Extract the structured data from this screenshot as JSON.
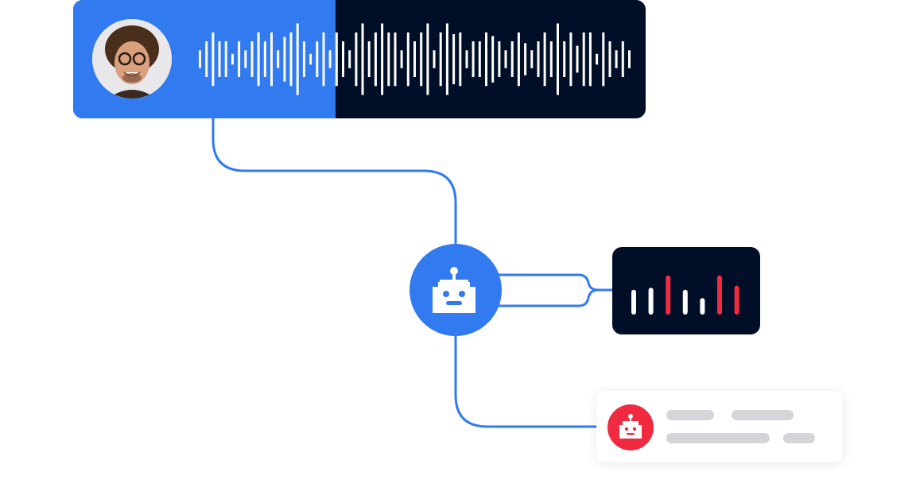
{
  "colors": {
    "accent_blue": "#317af0",
    "dark_navy": "#000f27",
    "alert_red": "#f02a41",
    "placeholder_gray": "#d3d5d9"
  },
  "icons": {
    "speaker": "avatar-photo",
    "agent": "robot-icon",
    "notification": "robot-icon"
  },
  "voice_waveform_levels": [
    1,
    2,
    3,
    2,
    2,
    0.6,
    2,
    1,
    2,
    3,
    2,
    3,
    1,
    2.5,
    3,
    4,
    2,
    0.6,
    2,
    3,
    1,
    3,
    2,
    1,
    3,
    4,
    2,
    3,
    4,
    3,
    3,
    1,
    3,
    2,
    3,
    4,
    1,
    3,
    4,
    2.8,
    3,
    1,
    2,
    2,
    3,
    2.6,
    2,
    1,
    2,
    3,
    1.8,
    1,
    2,
    3,
    2,
    4,
    2,
    3,
    1.5,
    3,
    3,
    0.6,
    3,
    2,
    1,
    2,
    1
  ],
  "voice_progress": 0.33,
  "analysis_bars": [
    {
      "level": 0.6,
      "flag": false
    },
    {
      "level": 0.65,
      "flag": false
    },
    {
      "level": 0.95,
      "flag": true
    },
    {
      "level": 0.6,
      "flag": false
    },
    {
      "level": 0.4,
      "flag": false
    },
    {
      "level": 0.95,
      "flag": true
    },
    {
      "level": 0.7,
      "flag": true
    }
  ]
}
